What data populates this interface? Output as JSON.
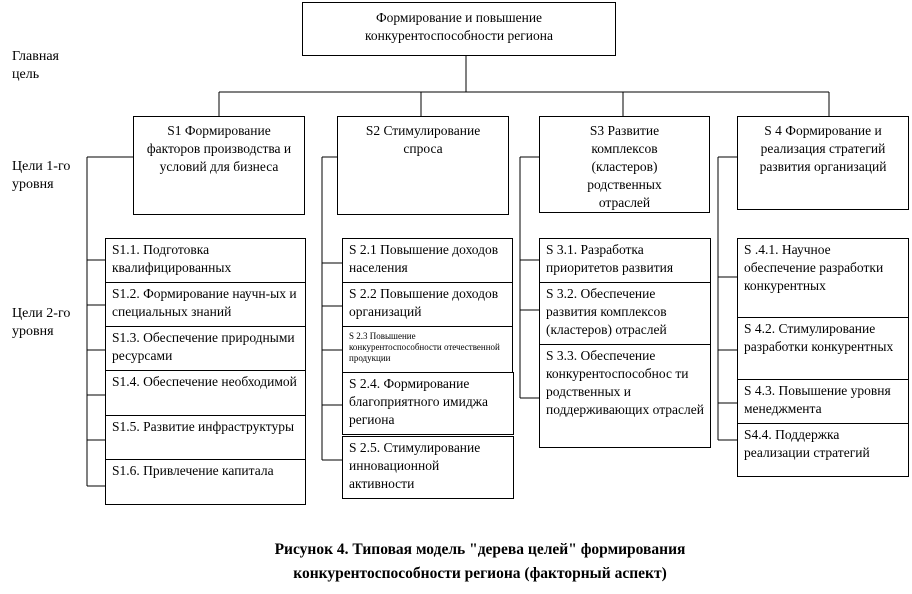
{
  "levels": {
    "main": "Главная цель",
    "level1": "Цели 1-го уровня",
    "level2": "Цели 2-го уровня"
  },
  "root": "Формирование и повышение конкурентоспособности региона",
  "branches": [
    {
      "title": "S1 Формирование факторов производства и условий для бизнеса",
      "children": [
        "S1.1. Подготовка квалифицированных",
        "S1.2. Формирование научн-ых и специальных знаний",
        "S1.3. Обеспечение природными ресурсами",
        "S1.4. Обеспечение необходимой",
        "S1.5. Развитие инфраструктуры",
        "S1.6. Привлечение капитала"
      ]
    },
    {
      "title": "S2 Стимулирование спроса",
      "children": [
        "S 2.1 Повышение доходов населения",
        "S 2.2 Повышение доходов организаций",
        "S 2.3 Повышение конкурентоспособности отечественной продукции",
        "S 2.4. Формирование благоприятного имиджа региона",
        "S 2.5. Стимулирование инновационной активности"
      ]
    },
    {
      "title": "S3 Развитие комплексов (кластеров) родственных отраслей",
      "children": [
        "S 3.1. Разработка приоритетов развития",
        "S 3.2. Обеспечение развития комплексов (кластеров) отраслей",
        "S 3.3. Обеспечение конкурентоспособнос ти родственных и поддерживающих отраслей"
      ]
    },
    {
      "title": "S 4 Формирование и реализация стратегий развития организаций",
      "children": [
        "S .4.1. Научное обеспечение разработки конкурентных",
        "S 4.2. Стимулирование разработки конкурентных",
        "S 4.3. Повышение уровня менеджмента",
        "S4.4. Поддержка реализации стратегий"
      ]
    }
  ],
  "caption": {
    "line1": "Рисунок 4.  Типовая модель \"дерева целей\" формирования",
    "line2": "конкурентоспособности региона (факторный аспект)"
  }
}
